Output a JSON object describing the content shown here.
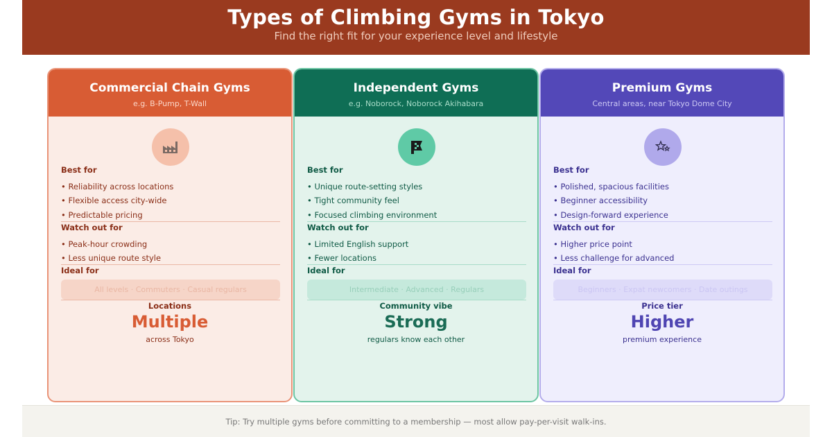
{
  "header": {
    "title": "Types of Climbing Gyms in Tokyo",
    "subtitle": "Find the right fit for your experience level and lifestyle"
  },
  "cards": [
    {
      "title": "Commercial Chain Gyms",
      "examples": "e.g. B-Pump, T-Wall",
      "icon": "factory-icon",
      "best_for_label": "Best for",
      "best_for": [
        "• Reliability across locations",
        "• Flexible access city-wide",
        "• Predictable pricing"
      ],
      "watch_out_label": "Watch out for",
      "watch_out": [
        "• Peak-hour crowding",
        "• Less unique route style"
      ],
      "ideal_for_label": "Ideal for",
      "ideal_for": "All levels · Commuters · Casual regulars",
      "stat_label": "Locations",
      "stat_value": "Multiple",
      "stat_note": "across Tokyo",
      "accent": "#d85c34"
    },
    {
      "title": "Independent Gyms",
      "examples": "e.g. Noborock, Noborock Akihabara",
      "icon": "flag-icon",
      "best_for_label": "Best for",
      "best_for": [
        "• Unique route-setting styles",
        "• Tight community feel",
        "• Focused climbing environment"
      ],
      "watch_out_label": "Watch out for",
      "watch_out": [
        "• Limited English support",
        "• Fewer locations"
      ],
      "ideal_for_label": "Ideal for",
      "ideal_for": "Intermediate · Advanced · Regulars",
      "stat_label": "Community vibe",
      "stat_value": "Strong",
      "stat_note": "regulars know each other",
      "accent": "#0f6e55"
    },
    {
      "title": "Premium Gyms",
      "examples": "Central areas, near Tokyo Dome City",
      "icon": "sparkles-icon",
      "best_for_label": "Best for",
      "best_for": [
        "• Polished, spacious facilities",
        "• Beginner accessibility",
        "• Design-forward experience"
      ],
      "watch_out_label": "Watch out for",
      "watch_out": [
        "• Higher price point",
        "• Less challenge for advanced"
      ],
      "ideal_for_label": "Ideal for",
      "ideal_for": "Beginners · Expat newcomers · Date outings",
      "stat_label": "Price tier",
      "stat_value": "Higher",
      "stat_note": "premium experience",
      "accent": "#5348b8"
    }
  ],
  "footer": {
    "tip": "Tip: Try multiple gyms before committing to a membership — most allow pay-per-visit walk-ins."
  }
}
